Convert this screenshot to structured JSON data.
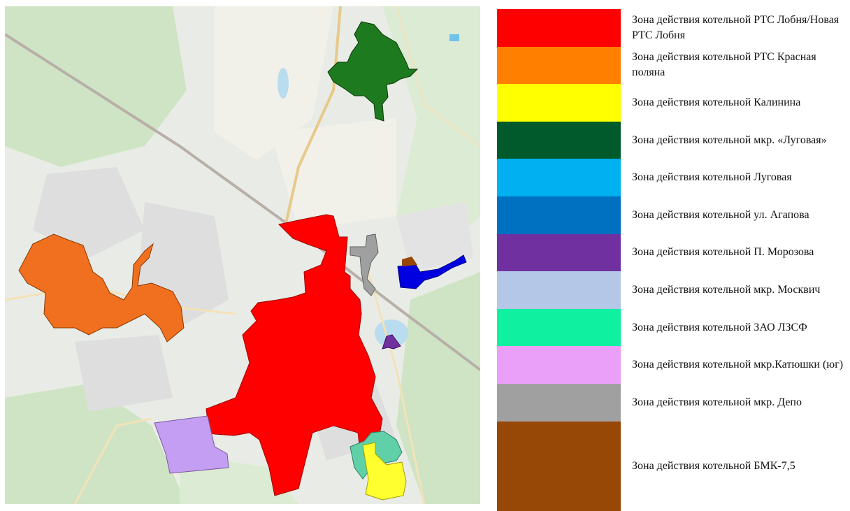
{
  "map": {
    "base_colors": {
      "background": "#e9ece6",
      "forest": "#cfe4c4",
      "forest_light": "#dcebd3",
      "field": "#f1f1ea",
      "urban": "#dedede",
      "water": "#b9dcef",
      "road": "#f3e2b8",
      "road_major": "#e8c98a",
      "rail": "#b8b0a8"
    }
  },
  "legend": {
    "items": [
      {
        "label": "Зона действия котельной РТС Лобня/Новая РТС Лобня",
        "color": "#ff0000"
      },
      {
        "label": "Зона действия котельной РТС Красная поляна",
        "color": "#ff7f00"
      },
      {
        "label": "Зона действия котельной Калинина",
        "color": "#ffff00"
      },
      {
        "label": "Зона действия котельной мкр. «Луговая»",
        "color": "#005a2b"
      },
      {
        "label": "Зона действия котельной Луговая",
        "color": "#00b0f0"
      },
      {
        "label": "Зона действия котельной ул. Агапова",
        "color": "#0070c0"
      },
      {
        "label": "Зона действия котельной П. Морозова",
        "color": "#7030a0"
      },
      {
        "label": "Зона действия котельной мкр. Москвич",
        "color": "#b4c7e7"
      },
      {
        "label": "Зона действия котельной ЗАО ЛЗСФ",
        "color": "#0ff0a0"
      },
      {
        "label": "Зона действия котельной мкр.Катюшки (юг)",
        "color": "#eaa0f8"
      },
      {
        "label": "Зона действия котельной мкр. Депо",
        "color": "#a0a0a0"
      },
      {
        "label": "Зона действия котельной БМК-7,5",
        "color": "#974706"
      }
    ]
  }
}
